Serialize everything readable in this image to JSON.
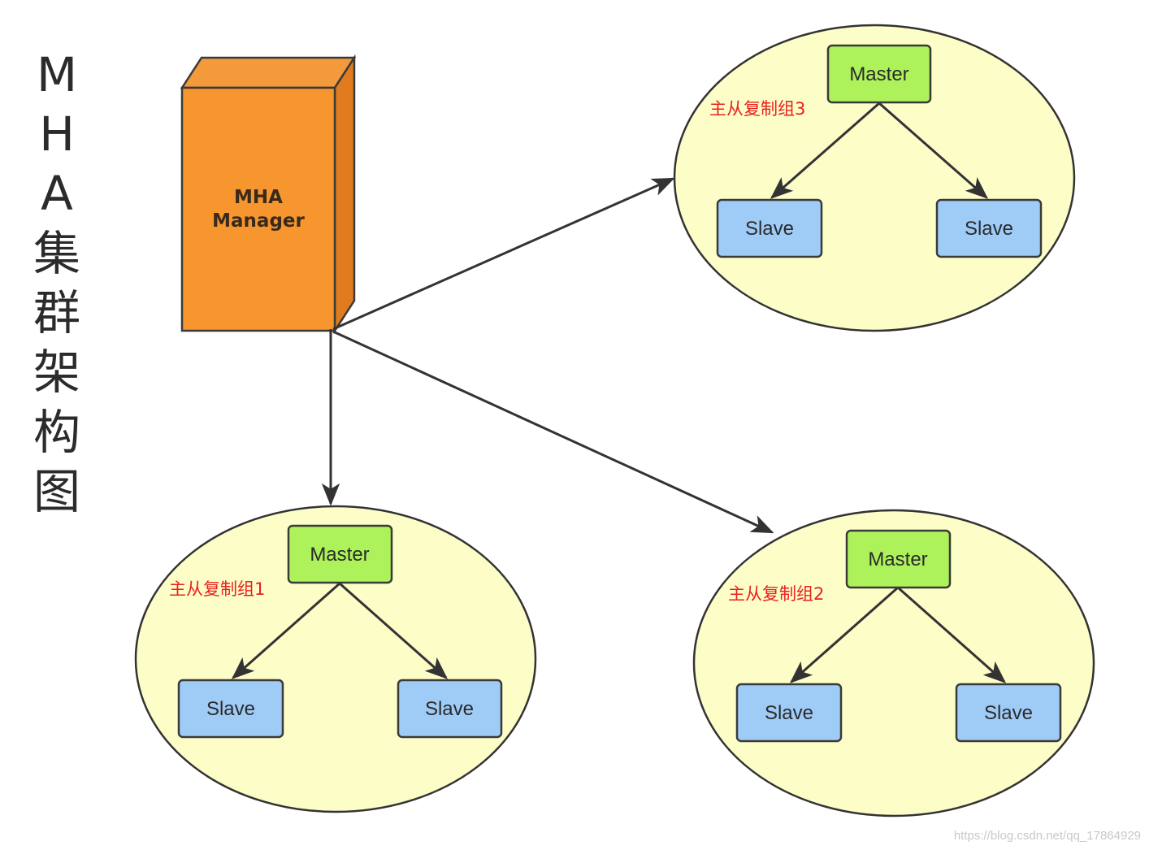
{
  "title_chars": [
    "M",
    "H",
    "A",
    "集",
    "群",
    "架",
    "构",
    "图"
  ],
  "manager": {
    "line1": "MHA",
    "line2": "Manager"
  },
  "groups": [
    {
      "id": "group-3",
      "label": "主从复制组3",
      "master": "Master",
      "slaves": [
        "Slave",
        "Slave"
      ]
    },
    {
      "id": "group-1",
      "label": "主从复制组1",
      "master": "Master",
      "slaves": [
        "Slave",
        "Slave"
      ]
    },
    {
      "id": "group-2",
      "label": "主从复制组2",
      "master": "Master",
      "slaves": [
        "Slave",
        "Slave"
      ]
    }
  ],
  "watermark": "https://blog.csdn.net/qq_17864929",
  "colors": {
    "manager_front": "#f7952f",
    "manager_top": "#f39a3c",
    "manager_side": "#e07c1e",
    "group_fill": "#fdfdc8",
    "master_fill": "#adf25a",
    "slave_fill": "#9fcbf7",
    "group_label": "#e8211e"
  }
}
